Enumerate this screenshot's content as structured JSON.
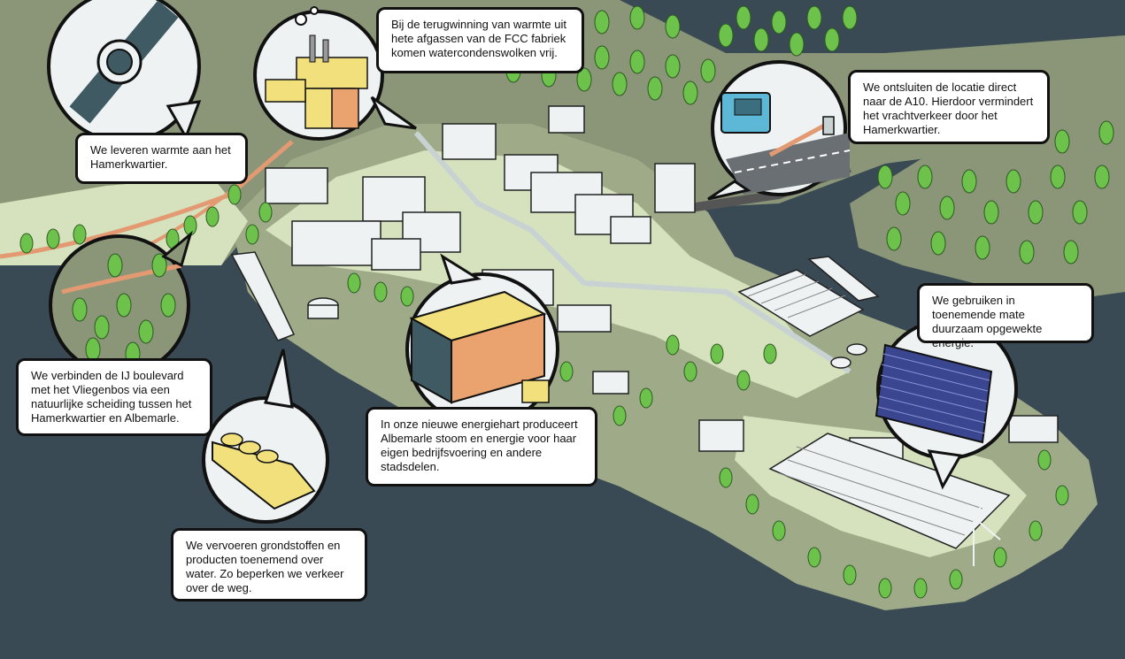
{
  "colors": {
    "water": "#3a4a54",
    "land_light": "#d6e2bd",
    "land_mid": "#9fab88",
    "land_dark": "#8a9677",
    "tree": "#6cc24a",
    "tree_dark": "#4e9a36",
    "road": "#e39a72",
    "building": "#eef2f2",
    "building_side": "#c9d2d3",
    "highlight_yellow": "#f2e07c",
    "highlight_orange": "#eaa36e",
    "truck_blue": "#5cb8d6",
    "solar_panel": "#3b4690"
  },
  "callouts": [
    {
      "id": "warmte",
      "text": "We leveren warmte aan het Hamerkwartier."
    },
    {
      "id": "fcc",
      "text": "Bij de terugwinning van warmte uit hete afgassen van de FCC fabriek komen watercondenswolken vrij."
    },
    {
      "id": "a10",
      "text": "We ontsluiten de locatie direct naar de A10. Hierdoor vermindert het vrachtverkeer door het Hamerkwartier."
    },
    {
      "id": "duurzaam",
      "text": "We gebruiken in toenemende mate duurzaam opgewekte energie."
    },
    {
      "id": "boulevard",
      "text": "We verbinden de IJ boulevard met het Vliegenbos via een natuurlijke scheiding tussen het Hamerkwartier en Albemarle."
    },
    {
      "id": "energiehart",
      "text": "In onze nieuwe energiehart produceert Albemarle stoom en energie voor haar eigen bedrijfsvoering en andere stadsdelen."
    },
    {
      "id": "water",
      "text": "We vervoeren grondstoffen en producten toenemend over water. Zo beperken we verkeer over de weg."
    }
  ],
  "icons": {
    "pipe": "heat-pipe-icon",
    "factory": "fcc-factory-icon",
    "truck": "truck-barrier-icon",
    "solar": "solar-panel-icon",
    "forest": "forest-icon",
    "energy": "energy-hub-building-icon",
    "ship": "cargo-ship-icon"
  }
}
